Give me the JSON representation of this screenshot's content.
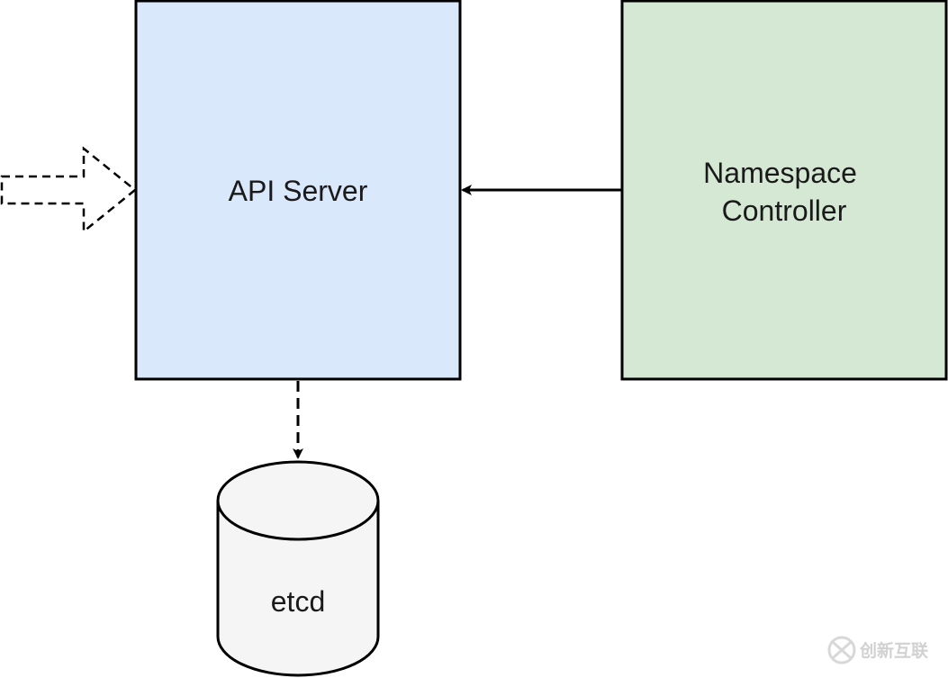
{
  "colors": {
    "api_server_fill": "#dae8fc",
    "controller_fill": "#d5e8d4",
    "etcd_fill": "#f5f5f5",
    "stroke": "#000000"
  },
  "nodes": {
    "api_server": {
      "label": "API Server"
    },
    "namespace_controller": {
      "label_line1": "Namespace",
      "label_line2": "Controller"
    },
    "etcd": {
      "label": "etcd"
    }
  },
  "edges": [
    {
      "from": "namespace_controller",
      "to": "api_server",
      "style": "solid"
    },
    {
      "from": "api_server",
      "to": "etcd",
      "style": "dashed"
    },
    {
      "from": "external",
      "to": "api_server",
      "style": "dashed-block-arrow"
    }
  ],
  "watermark": {
    "icon": "swirl-logo-icon",
    "text": "创新互联"
  }
}
